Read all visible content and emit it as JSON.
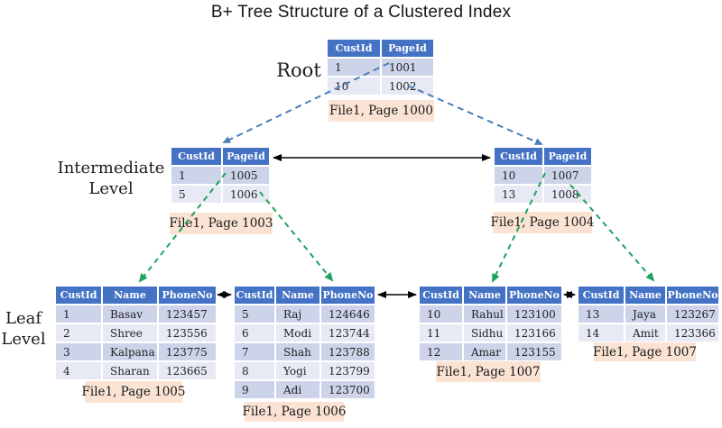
{
  "title": "B+ Tree Structure of a Clustered Index",
  "level_labels": {
    "root": "Root",
    "intermediate": [
      "Intermediate",
      "Level"
    ],
    "leaf": [
      "Leaf",
      "Level"
    ]
  },
  "tables": {
    "root": {
      "columns": [
        "CustId",
        "PageId"
      ],
      "rows": [
        [
          "1",
          "1001"
        ],
        [
          "10",
          "1002"
        ]
      ],
      "caption": "File1, Page 1000"
    },
    "intermediate_left": {
      "columns": [
        "CustId",
        "PageId"
      ],
      "rows": [
        [
          "1",
          "1005"
        ],
        [
          "5",
          "1006"
        ]
      ],
      "caption": "File1, Page 1003"
    },
    "intermediate_right": {
      "columns": [
        "CustId",
        "PageId"
      ],
      "rows": [
        [
          "10",
          "1007"
        ],
        [
          "13",
          "1008"
        ]
      ],
      "caption": "File1, Page 1004"
    },
    "leaf_1": {
      "columns": [
        "CustId",
        "Name",
        "PhoneNo"
      ],
      "rows": [
        [
          "1",
          "Basav",
          "123457"
        ],
        [
          "2",
          "Shree",
          "123556"
        ],
        [
          "3",
          "Kalpana",
          "123775"
        ],
        [
          "4",
          "Sharan",
          "123665"
        ]
      ],
      "caption": "File1, Page 1005"
    },
    "leaf_2": {
      "columns": [
        "CustId",
        "Name",
        "PhoneNo"
      ],
      "rows": [
        [
          "5",
          "Raj",
          "124646"
        ],
        [
          "6",
          "Modi",
          "123744"
        ],
        [
          "7",
          "Shah",
          "123788"
        ],
        [
          "8",
          "Yogi",
          "123799"
        ],
        [
          "9",
          "Adi",
          "123700"
        ]
      ],
      "caption": "File1, Page 1006"
    },
    "leaf_3": {
      "columns": [
        "CustId",
        "Name",
        "PhoneNo"
      ],
      "rows": [
        [
          "10",
          "Rahul",
          "123100"
        ],
        [
          "11",
          "Sidhu",
          "123166"
        ],
        [
          "12",
          "Amar",
          "123155"
        ]
      ],
      "caption": "File1, Page 1007"
    },
    "leaf_4": {
      "columns": [
        "CustId",
        "Name",
        "PhoneNo"
      ],
      "rows": [
        [
          "13",
          "Jaya",
          "123267"
        ],
        [
          "14",
          "Amit",
          "123366"
        ]
      ],
      "caption": "File1, Page 1007"
    }
  },
  "colors": {
    "header_bg": "#4472C4",
    "row_dark": "#CDD4EA",
    "row_light": "#E7EAF4",
    "caption_bg": "#FAE3D3",
    "arrow_blue": "#4A7EBB",
    "arrow_green": "#1FA35C",
    "arrow_black": "#000000"
  }
}
